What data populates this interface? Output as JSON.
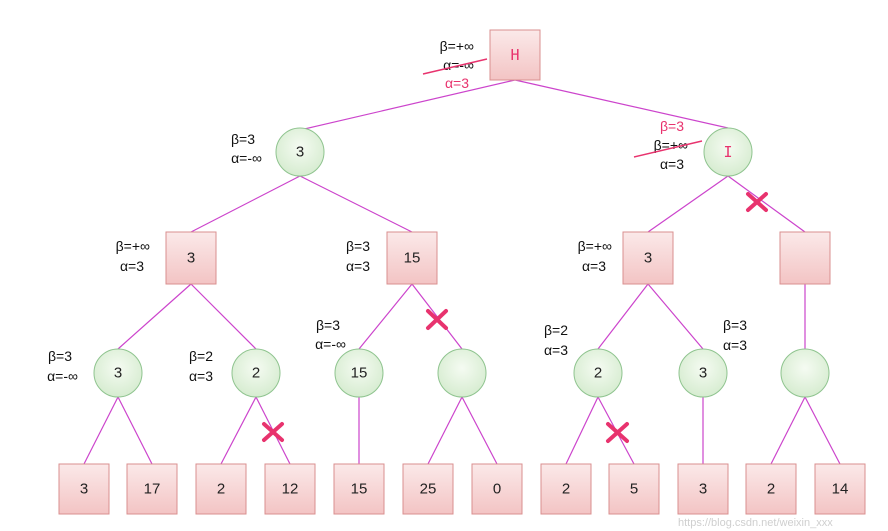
{
  "nodes": {
    "H": {
      "label": "H",
      "beta": "β=+∞",
      "alpha_old": "α=-∞",
      "alpha": "α=3"
    },
    "A": {
      "label": "3",
      "beta": "β=3",
      "alpha": "α=-∞"
    },
    "I": {
      "label": "I",
      "beta_new": "β=3",
      "beta_old": "β=+∞",
      "alpha": "α=3"
    },
    "B": {
      "label": "3",
      "beta": "β=+∞",
      "alpha": "α=3"
    },
    "C": {
      "label": "15",
      "beta": "β=3",
      "alpha": "α=3"
    },
    "D": {
      "label": "3",
      "beta": "β=+∞",
      "alpha": "α=3"
    },
    "E": {
      "label": ""
    },
    "F": {
      "label": "3",
      "beta": "β=3",
      "alpha": "α=-∞"
    },
    "G": {
      "label": "2",
      "beta": "β=2",
      "alpha": "α=3"
    },
    "J": {
      "label": "15",
      "beta": "β=3",
      "alpha": "α=-∞"
    },
    "K": {
      "label": ""
    },
    "L": {
      "label": "2",
      "beta": "β=2",
      "alpha": "α=3"
    },
    "M": {
      "label": "3",
      "beta": "β=3",
      "alpha": "α=3"
    },
    "N": {
      "label": ""
    }
  },
  "leaves": [
    "3",
    "17",
    "2",
    "12",
    "15",
    "25",
    "0",
    "2",
    "5",
    "3",
    "2",
    "14"
  ],
  "watermark": "https://blog.csdn.net/weixin_xxx"
}
